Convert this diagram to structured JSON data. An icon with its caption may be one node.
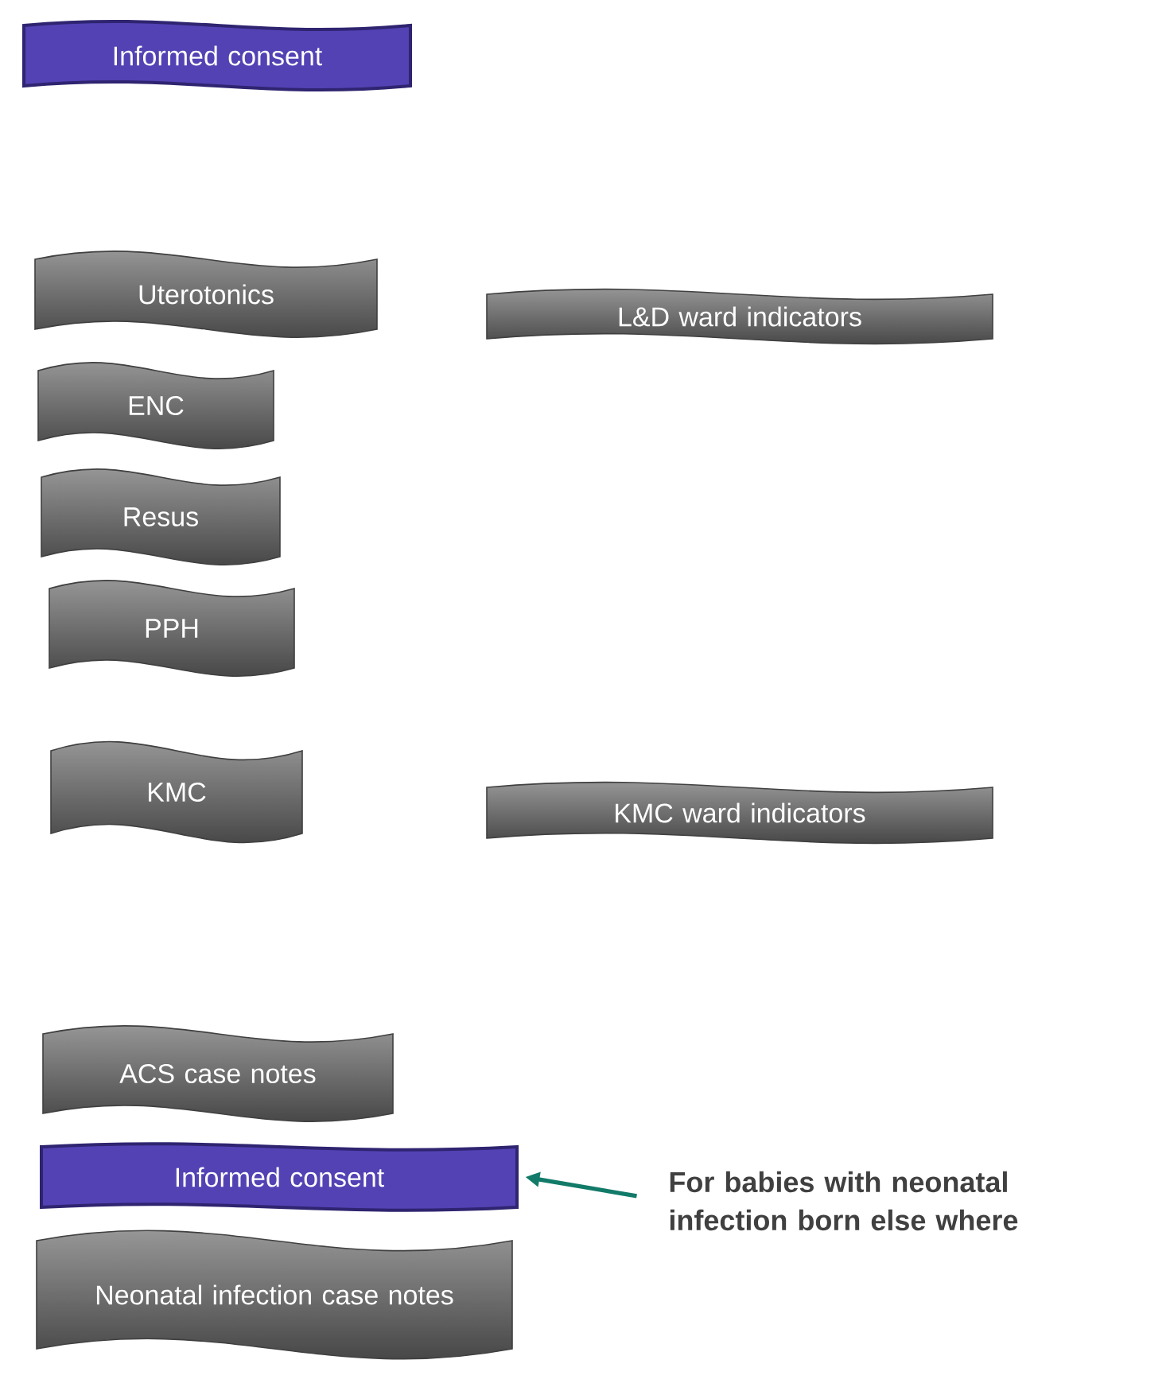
{
  "diagram": {
    "nodes": [
      {
        "text": [
          "Informed consent"
        ]
      },
      {
        "text": [
          "Uterotonics"
        ]
      },
      {
        "text": [
          "L&D ward indicators"
        ]
      },
      {
        "text": [
          "ENC"
        ]
      },
      {
        "text": [
          "Resus"
        ]
      },
      {
        "text": [
          "PPH"
        ]
      },
      {
        "text": [
          "KMC"
        ]
      },
      {
        "text": [
          "KMC ward indicators"
        ]
      },
      {
        "text": [
          "ACS case notes"
        ]
      },
      {
        "text": [
          "Informed consent"
        ]
      },
      {
        "text": [
          "Neonatal infection case notes"
        ]
      },
      {
        "text": [
          "For babies with neonatal infection born else where"
        ]
      }
    ],
    "edges": [
      {
        "from": 11,
        "to": 9,
        "arrow": "to",
        "color": "#127a68"
      }
    ]
  }
}
